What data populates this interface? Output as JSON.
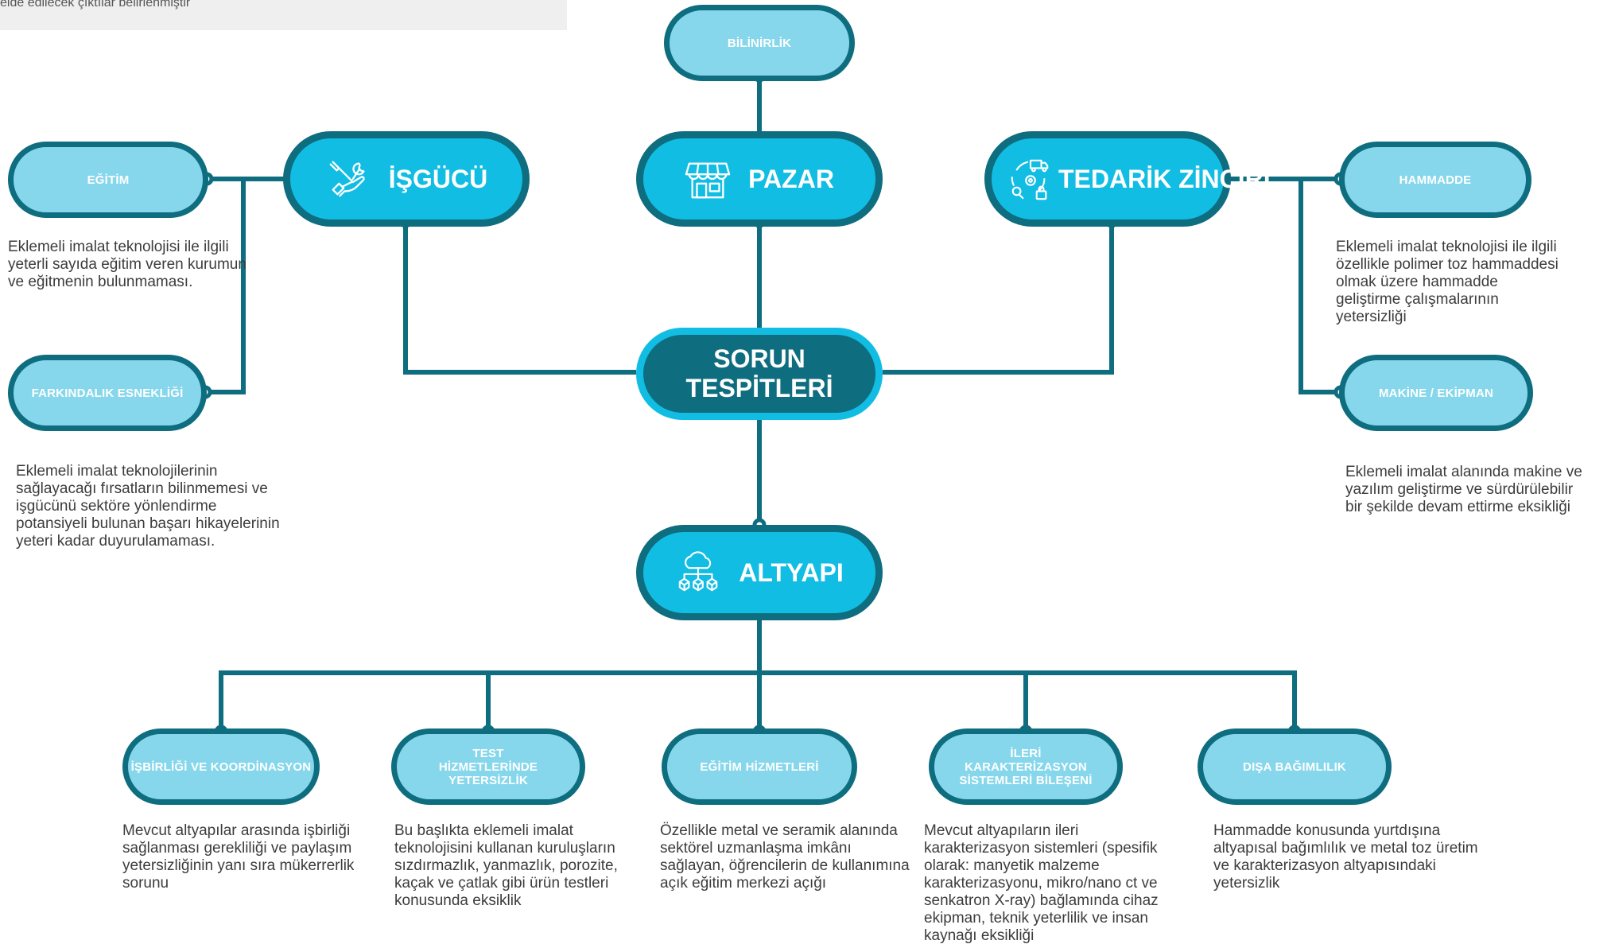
{
  "colors": {
    "line": "#0e6d7f",
    "main_fill": "#12bde3",
    "sub_fill": "#87d7ec",
    "center_fill": "#0e6d7f",
    "text_dark": "#3c3c3c"
  },
  "header_note": "elde edilecek çıktılar belirlenmiştir",
  "center": {
    "label": "SORUN TESPİTLERİ"
  },
  "main_nodes": {
    "isgucu": {
      "label": "İŞGÜCÜ",
      "icon": "worker-tools-icon"
    },
    "pazar": {
      "label": "PAZAR",
      "icon": "storefront-icon"
    },
    "tedarik": {
      "label": "TEDARİK ZİNCİRİ",
      "icon": "supply-chain-cycle-icon"
    },
    "altyapi": {
      "label": "ALTYAPI",
      "icon": "cloud-network-icon"
    }
  },
  "sub_nodes": {
    "bilinirlik": {
      "label": "BİLİNİRLİK"
    },
    "egitim": {
      "label": "EĞİTİM"
    },
    "farkindalik": {
      "label": "FARKINDALIK ESNEKLİĞİ"
    },
    "hammadde": {
      "label": "HAMMADDE"
    },
    "makine": {
      "label": "MAKİNE / EKİPMAN"
    },
    "isbirligi": {
      "label": "İŞBİRLİĞİ VE KOORDİNASYON"
    },
    "test": {
      "label": "TEST HİZMETLERİNDE YETERSİZLİK"
    },
    "egitim_hiz": {
      "label": "EĞİTİM HİZMETLERİ"
    },
    "ileri": {
      "label": "İLERİ KARAKTERİZASYON SİSTEMLERİ BİLEŞENİ"
    },
    "disa": {
      "label": "DIŞA BAĞIMLILIK"
    }
  },
  "descriptions": {
    "egitim": "Eklemeli imalat teknolojisi ile ilgili yeterli sayıda eğitim veren kurumun ve eğitmenin bulunmaması.",
    "farkindalik": "Eklemeli imalat teknolojilerinin sağlayacağı fırsatların bilinmemesi ve işgücünü sektöre yönlendirme potansiyeli bulunan başarı hikayelerinin yeteri kadar duyurulamaması.",
    "hammadde": "Eklemeli imalat teknolojisi ile ilgili özellikle polimer toz hammaddesi olmak üzere hammadde geliştirme çalışmalarının yetersizliği",
    "makine": "Eklemeli imalat alanında makine ve yazılım geliştirme ve sürdürülebilir bir şekilde devam ettirme eksikliği",
    "isbirligi": "Mevcut altyapılar arasında işbirliği sağlanması gerekliliği ve paylaşım yetersizliğinin yanı sıra mükerrerlik sorunu",
    "test": "Bu başlıkta eklemeli imalat teknolojisini kullanan kuruluşların sızdırmazlık, yanmazlık, porozite, kaçak ve çatlak gibi ürün testleri konusunda eksiklik",
    "egitim_hiz": "Özellikle metal ve seramik alanında sektörel uzmanlaşma imkânı sağlayan, öğrencilerin de kullanımına açık eğitim merkezi açığı",
    "ileri": "Mevcut altyapıların ileri karakterizasyon sistemleri (spesifik olarak: manyetik malzeme karakterizasyonu, mikro/nano ct ve senkatron X-ray) bağlamında cihaz ekipman, teknik yeterlilik ve insan kaynağı eksikliği",
    "disa": "Hammadde konusunda yurtdışına altyapısal bağımlılık ve metal toz üretim ve karakterizasyon altyapısındaki yetersizlik"
  }
}
